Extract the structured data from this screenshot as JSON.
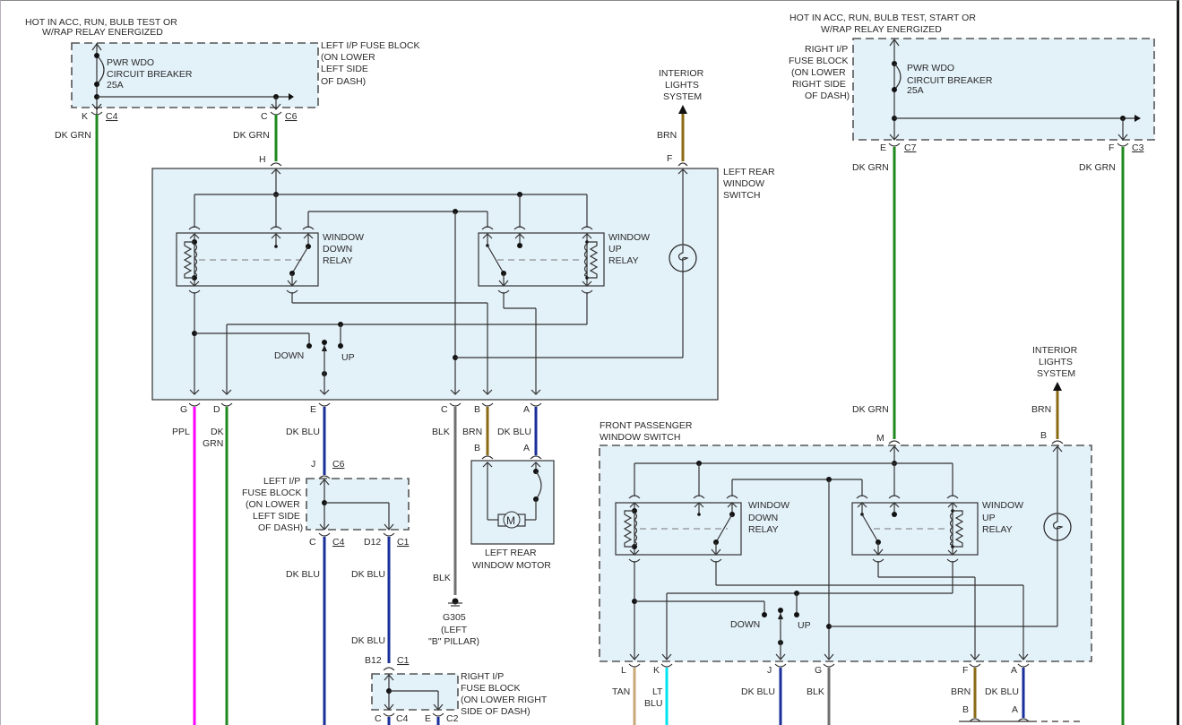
{
  "colors": {
    "dk_grn": "#1e8a1e",
    "dk_blu": "#1a2f9a",
    "brn": "#8a6a14",
    "ppl": "#ff00ff",
    "blk": "#707070",
    "tan": "#c8a878",
    "lt_blu": "#00e5f0",
    "panel_fill": "#e3f1f9"
  },
  "left_fuse_block": {
    "power_note_1": "HOT IN ACC, RUN, BULB TEST OR",
    "power_note_2": "W/RAP RELAY ENERGIZED",
    "breaker_1": "PWR WDO",
    "breaker_2": "CIRCUIT BREAKER",
    "breaker_3": "25A",
    "name_1": "LEFT I/P FUSE BLOCK",
    "name_2": "(ON LOWER",
    "name_3": "LEFT SIDE",
    "name_4": "OF DASH)",
    "pin_k": "K",
    "conn_c4": "C4",
    "pin_c": "C",
    "conn_c6": "C6",
    "wire_k": "DK GRN",
    "wire_c": "DK GRN"
  },
  "right_fuse_block": {
    "power_note_1": "HOT IN ACC, RUN, BULB TEST, START OR",
    "power_note_2": "W/RAP RELAY ENERGIZED",
    "name_1": "RIGHT I/P",
    "name_2": "FUSE BLOCK",
    "name_3": "(ON LOWER",
    "name_4": "RIGHT SIDE",
    "name_5": "OF DASH)",
    "breaker_1": "PWR WDO",
    "breaker_2": "CIRCUIT BREAKER",
    "breaker_3": "25A",
    "pin_e": "E",
    "conn_c7": "C7",
    "pin_f": "F",
    "conn_c3": "C3",
    "wire_e": "DK GRN",
    "wire_f": "DK GRN"
  },
  "interior_lights_top": {
    "line_1": "INTERIOR",
    "line_2": "LIGHTS",
    "line_3": "SYSTEM",
    "wire": "BRN",
    "pin": "F"
  },
  "left_rear_switch": {
    "name_1": "LEFT REAR",
    "name_2": "WINDOW",
    "name_3": "SWITCH",
    "pin_h": "H",
    "down_relay_1": "WINDOW",
    "down_relay_2": "DOWN",
    "down_relay_3": "RELAY",
    "up_relay_1": "WINDOW",
    "up_relay_2": "UP",
    "up_relay_3": "RELAY",
    "down": "DOWN",
    "up": "UP",
    "bottom_pins": [
      {
        "pin": "G",
        "wire": "PPL"
      },
      {
        "pin": "D",
        "wire_1": "DK",
        "wire_2": "GRN"
      },
      {
        "pin": "E",
        "wire": "DK BLU"
      },
      {
        "pin": "C",
        "wire": "BLK"
      },
      {
        "pin": "B",
        "wire": "BRN"
      },
      {
        "pin": "A",
        "wire": "DK BLU"
      }
    ]
  },
  "left_rear_motor": {
    "pin_b": "B",
    "pin_a": "A",
    "motor": "M",
    "name_1": "LEFT REAR",
    "name_2": "WINDOW MOTOR"
  },
  "mid_fuse_block": {
    "pin_j": "J",
    "conn_c6": "C6",
    "name_1": "LEFT I/P",
    "name_2": "FUSE BLOCK",
    "name_3": "(ON LOWER",
    "name_4": "LEFT SIDE",
    "name_5": "OF DASH)",
    "pin_c": "C",
    "conn_c4": "C4",
    "pin_d12": "D12",
    "conn_c1": "C1",
    "wire_left": "DK BLU",
    "wire_right": "DK BLU"
  },
  "ground": {
    "wire": "BLK",
    "name_1": "G305",
    "name_2": "(LEFT",
    "name_3": "\"B\" PILLAR)"
  },
  "bottom_fuse_block": {
    "wire": "DK BLU",
    "pin_b12": "B12",
    "conn_c1": "C1",
    "name_1": "RIGHT I/P",
    "name_2": "FUSE BLOCK",
    "name_3": "(ON LOWER RIGHT",
    "name_4": "SIDE OF DASH)",
    "pin_c": "C",
    "conn_c4": "C4",
    "pin_e": "E",
    "conn_c2": "C2"
  },
  "interior_lights_right": {
    "line_1": "INTERIOR",
    "line_2": "LIGHTS",
    "line_3": "SYSTEM",
    "wire": "BRN",
    "pin": "B"
  },
  "front_passenger_switch": {
    "name_1": "FRONT PASSENGER",
    "name_2": "WINDOW SWITCH",
    "pin_m": "M",
    "wire_m": "DK GRN",
    "down_relay_1": "WINDOW",
    "down_relay_2": "DOWN",
    "down_relay_3": "RELAY",
    "up_relay_1": "WINDOW",
    "up_relay_2": "UP",
    "up_relay_3": "RELAY",
    "down": "DOWN",
    "up": "UP",
    "bottom_pins": [
      {
        "pin": "L",
        "wire": "TAN"
      },
      {
        "pin": "K",
        "wire_1": "LT",
        "wire_2": "BLU"
      },
      {
        "pin": "J",
        "wire": "DK BLU"
      },
      {
        "pin": "G",
        "wire": "BLK"
      },
      {
        "pin": "F",
        "wire": "BRN",
        "pin2": "B"
      },
      {
        "pin": "A",
        "wire": "DK BLU",
        "pin2": "A"
      }
    ]
  }
}
